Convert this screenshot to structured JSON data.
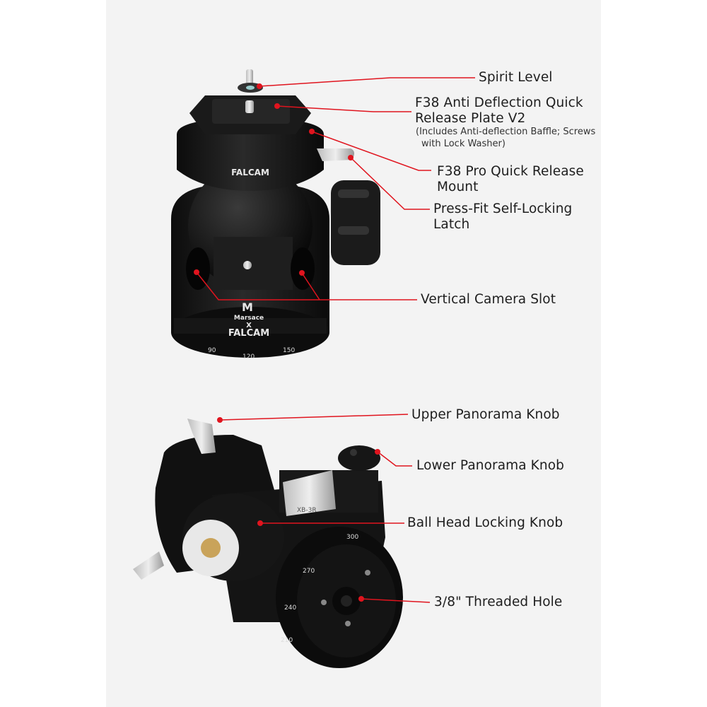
{
  "colors": {
    "background": "#f3f3f3",
    "leader": "#e0141e",
    "body": "#141414"
  },
  "top_product": {
    "brand": "FALCAM",
    "logo_mark": "M",
    "logo_text": "Marsace",
    "cross": "X",
    "brand_bottom": "FALCAM",
    "scale": [
      "90",
      "120",
      "150"
    ],
    "callouts": {
      "spirit_level": "Spirit Level",
      "plate_line1": "F38 Anti Deflection Quick",
      "plate_line2": "Release Plate V2",
      "plate_note1": "(Includes Anti-deflection Baffle; Screws",
      "plate_note2": "with Lock Washer)",
      "mount_line1": "F38 Pro Quick Release",
      "mount_line2": "Mount",
      "latch_line1": "Press-Fit Self-Locking",
      "latch_line2": "Latch",
      "slot": "Vertical Camera Slot"
    }
  },
  "bottom_product": {
    "plate_text": "XB-3R",
    "scale": [
      "300",
      "270",
      "240",
      "210"
    ],
    "callouts": {
      "upper_knob": "Upper Panorama Knob",
      "lower_knob": "Lower Panorama Knob",
      "locking_knob": "Ball Head Locking Knob",
      "threaded_hole": "3/8\" Threaded Hole"
    }
  }
}
